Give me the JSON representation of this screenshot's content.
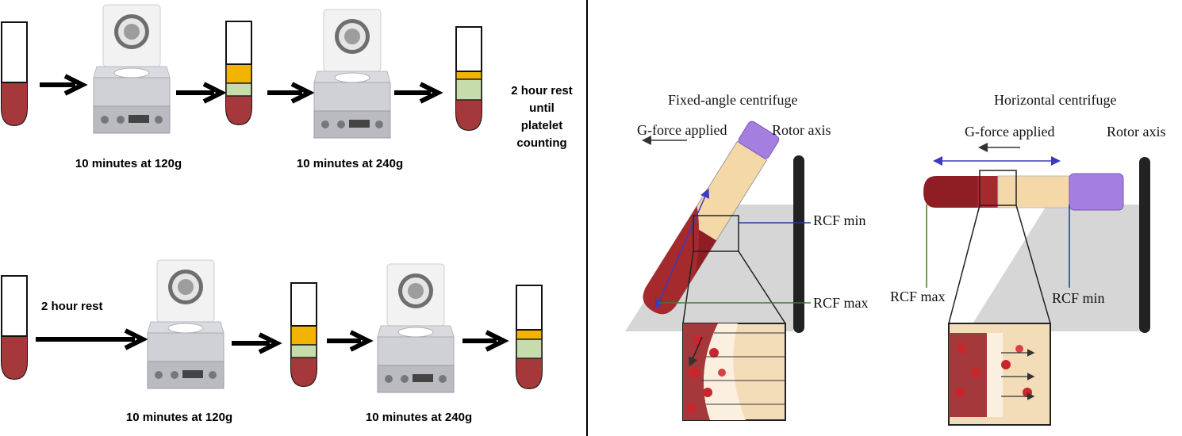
{
  "left_panel": {
    "protocol_a": {
      "step1_label": "10 minutes at 120g",
      "step2_label": "10 minutes at 240g",
      "rest_note": [
        "2 hour rest",
        "until",
        "platelet",
        "counting"
      ]
    },
    "protocol_b": {
      "pre_rest_label": "2 hour rest",
      "step1_label": "10 minutes at 120g",
      "step2_label": "10 minutes at 240g"
    }
  },
  "right_panel": {
    "fixed_angle": {
      "title": "Fixed-angle centrifuge",
      "gforce_label": "G-force applied",
      "rotor_label": "Rotor axis",
      "rcf_min_label": "RCF min",
      "rcf_max_label": "RCF max"
    },
    "horizontal": {
      "title": "Horizontal centrifuge",
      "gforce_label": "G-force applied",
      "rotor_label": "Rotor axis",
      "rcf_max_label": "RCF max",
      "rcf_min_label": "RCF min"
    }
  },
  "colors": {
    "blood": "#a5383a",
    "plasma_yellow": "#f3b400",
    "buffy_green": "#c6dcaa",
    "cap_purple": "#a57fe0",
    "serum": "#f5d8a8",
    "guide_blue": "#1f3f8a",
    "guide_green": "#3e7a2f"
  }
}
